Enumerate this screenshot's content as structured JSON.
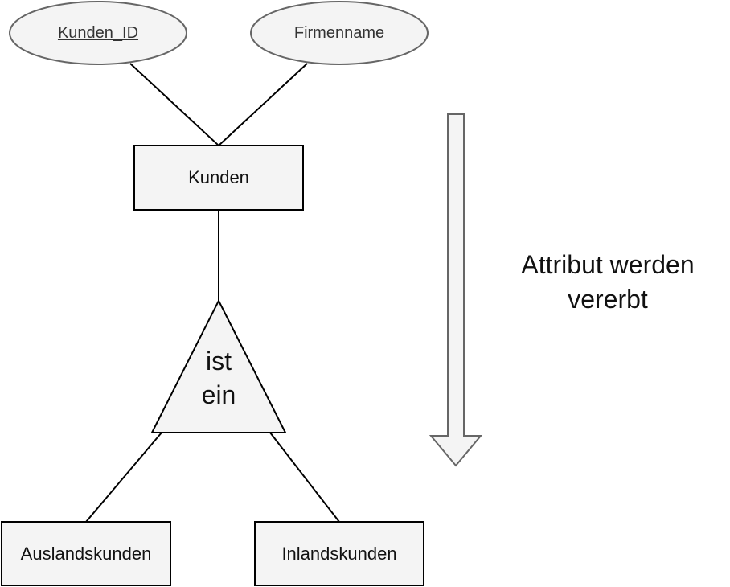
{
  "diagram": {
    "attributes": {
      "kunden_id": "Kunden_ID",
      "firmenname": "Firmenname"
    },
    "entities": {
      "kunden": "Kunden",
      "auslandskunden": "Auslandskunden",
      "inlandskunden": "Inlandskunden"
    },
    "isa": {
      "line1": "ist",
      "line2": "ein"
    },
    "note": {
      "line1": "Attribut werden",
      "line2": "vererbt"
    }
  },
  "colors": {
    "shape_fill": "#f4f4f4",
    "stroke": "#000000",
    "ellipse_stroke": "#666666",
    "arrow_stroke": "#666666"
  }
}
